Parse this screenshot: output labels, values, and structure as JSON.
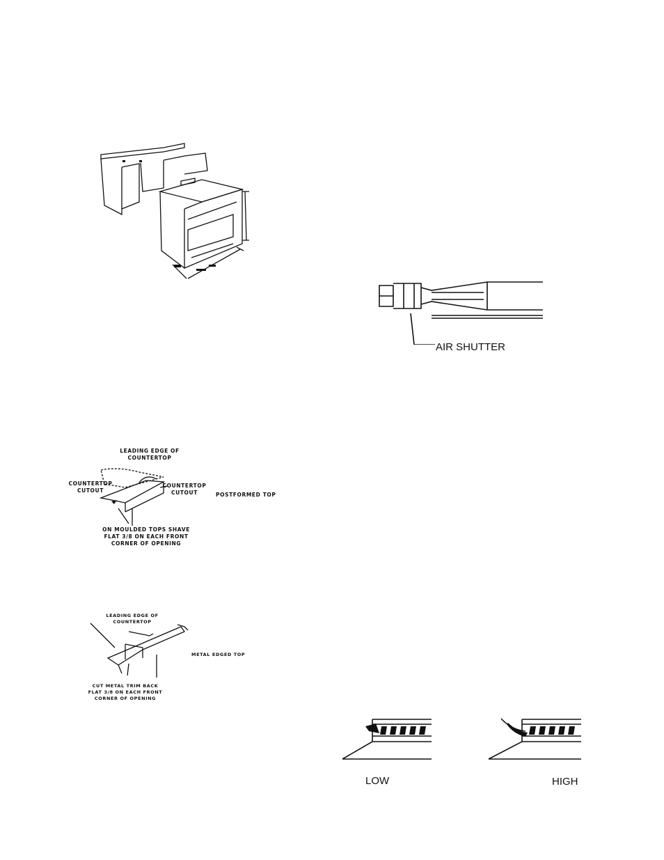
{
  "air_shutter": {
    "label": "AIR SHUTTER"
  },
  "postformed": {
    "leading_edge_line1": "LEADING EDGE OF",
    "leading_edge_line2": "COUNTERTOP",
    "cutout_left_line1": "COUNTERTOP",
    "cutout_left_line2": "CUTOUT",
    "cutout_right_line1": "COUNTERTOP",
    "cutout_right_line2": "CUTOUT",
    "title": "POSTFORMED TOP",
    "note_line1": "ON MOULDED TOPS SHAVE",
    "note_line2": "FLAT 3/8 ON EACH FRONT",
    "note_line3": "CORNER OF OPENING"
  },
  "metal_edged": {
    "leading_edge_line1": "LEADING EDGE OF",
    "leading_edge_line2": "COUNTERTOP",
    "title": "METAL EDGED TOP",
    "note_line1": "CUT METAL TRIM BACK",
    "note_line2": "FLAT 3/8 ON EACH FRONT",
    "note_line3": "CORNER OF OPENING"
  },
  "flames": {
    "low_label": "LOW",
    "high_label": "HIGH"
  }
}
